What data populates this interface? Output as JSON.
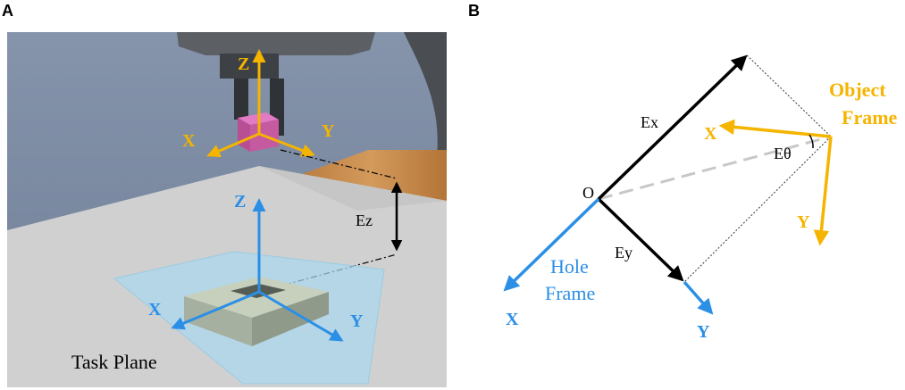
{
  "panel_a": {
    "label": "A",
    "gripper_axes": {
      "z": "Z",
      "x": "X",
      "y": "Y"
    },
    "hole_axes": {
      "z": "Z",
      "x": "X",
      "y": "Y"
    },
    "ez_label": "Ez",
    "task_plane_label": "Task Plane"
  },
  "panel_b": {
    "label": "B",
    "origin_label": "O",
    "ex_label": "Ex",
    "ey_label": "Ey",
    "etheta_label": "Eθ",
    "object_frame_line1": "Object",
    "object_frame_line2": "Frame",
    "object_x": "X",
    "object_y": "Y",
    "hole_frame_line1": "Hole",
    "hole_frame_line2": "Frame",
    "hole_x": "X",
    "hole_y": "Y"
  },
  "colors": {
    "yellow": "#f5b400",
    "blue": "#2b8fe6",
    "black": "#000000",
    "wall": "#7d8ea6",
    "table": "#cfcfcf",
    "wood": "#c98a4d",
    "cube": "#c55aa0"
  }
}
